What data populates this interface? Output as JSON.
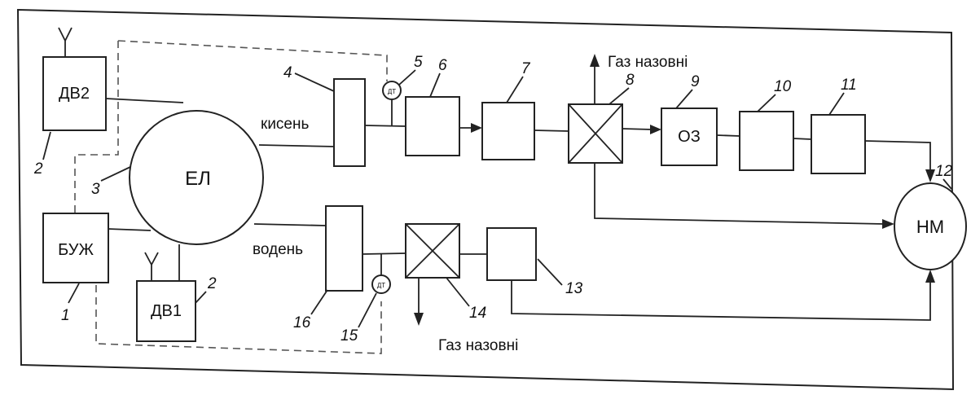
{
  "blocks": {
    "dv2": "ДВ2",
    "el": "ЕЛ",
    "buzh": "БУЖ",
    "dv1": "ДВ1",
    "oz": "ОЗ",
    "nm": "НМ",
    "dt_top": "ДТ",
    "dt_bottom": "ДТ"
  },
  "labels": {
    "oxygen": "кисень",
    "hydrogen": "водень",
    "gas_out_top": "Газ назовні",
    "gas_out_bottom": "Газ назовні"
  },
  "numbers": {
    "n1": "1",
    "n2_top": "2",
    "n2_bottom": "2",
    "n3": "3",
    "n4": "4",
    "n5": "5",
    "n6": "6",
    "n7": "7",
    "n8": "8",
    "n9": "9",
    "n10": "10",
    "n11": "11",
    "n12": "12",
    "n13": "13",
    "n14": "14",
    "n15": "15",
    "n16": "16"
  }
}
